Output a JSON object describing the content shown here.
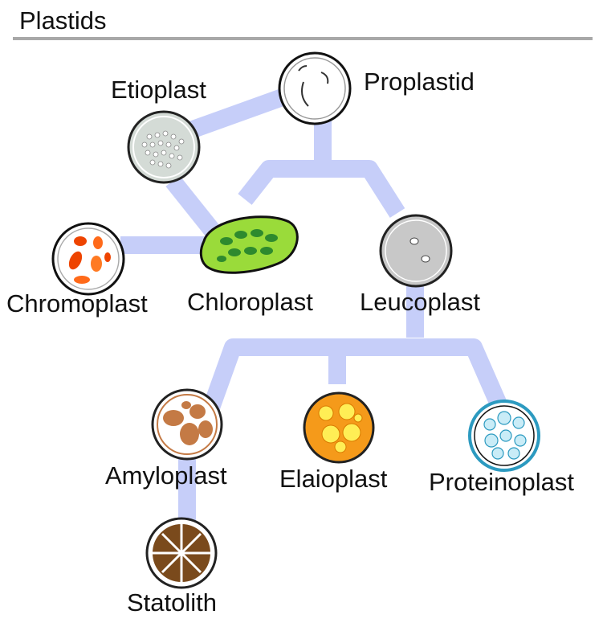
{
  "title": "Plastids",
  "nodes": {
    "proplastid": {
      "label": "Proplastid",
      "color": "#ffffff",
      "edge": "#111111"
    },
    "etioplast": {
      "label": "Etioplast",
      "color": "#d4dbd6",
      "edge": "#444444"
    },
    "chromoplast": {
      "label": "Chromoplast",
      "color": "#ffffff",
      "accent": "#ee4400"
    },
    "chloroplast": {
      "label": "Chloroplast",
      "color": "#9adb3a",
      "accent": "#2e8a2e"
    },
    "leucoplast": {
      "label": "Leucoplast",
      "color": "#c8c8c8",
      "edge": "#444444"
    },
    "amyloplast": {
      "label": "Amyloplast",
      "color": "#ffffff",
      "accent": "#c47a45"
    },
    "elaioplast": {
      "label": "Elaioplast",
      "color": "#f59a1a",
      "accent": "#ffee55"
    },
    "proteinoplast": {
      "label": "Proteinoplast",
      "color": "#ffffff",
      "accent": "#2c9ac0"
    },
    "statolith": {
      "label": "Statolith",
      "color": "#7a4a1c",
      "accent": "#ffffff"
    }
  },
  "connector_color": "#c6cef9"
}
